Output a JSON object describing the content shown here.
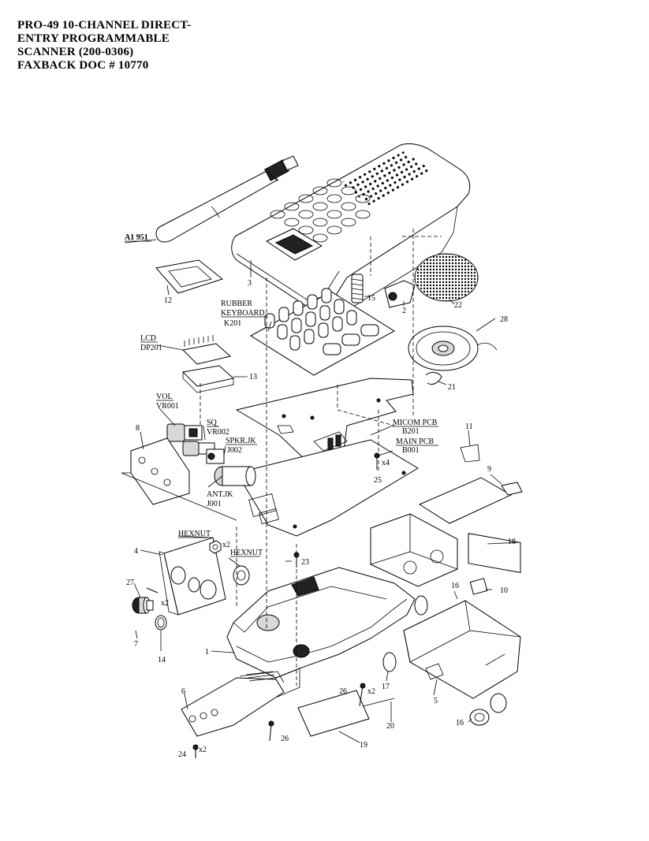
{
  "header": {
    "lines": [
      "PRO-49 10-CHANNEL DIRECT-",
      "ENTRY PROGRAMMABLE",
      "SCANNER  (200-0306)",
      "FAXBACK DOC # 10770"
    ]
  },
  "labels": {
    "antenna": "A1 951",
    "part3": "3",
    "part12": "12",
    "rubber": "RUBBER",
    "keyboard": "KEYBOARD",
    "k201": "K201",
    "part15": "15",
    "part2": "2",
    "part22": "22",
    "part28": "28",
    "part21": "21",
    "lcd": "LCD",
    "dp201": "DP201",
    "part13": "13",
    "vol": "VOL",
    "vr001": "VR001",
    "sq": "SQ",
    "vr002": "VR002",
    "spkrjk": "SPKR.JK",
    "j002": "J002",
    "part8": "8",
    "micom": "MICOM PCB",
    "b201": "B201",
    "mainpcb": "MAIN PCB",
    "b001": "B001",
    "x4": "x4",
    "part25": "25",
    "part11": "11",
    "part9": "9",
    "antjk": "ANT.JK",
    "j001": "J001",
    "hexnut1": "HEXNUT",
    "x2a": "x2",
    "hexnut2": "HEXNUT",
    "part4": "4",
    "part18": "18",
    "part23": "23",
    "part27": "27",
    "x2b": "x2",
    "part7": "7",
    "part14": "14",
    "part16a": "16",
    "part10": "10",
    "part1": "1",
    "part17": "17",
    "part5": "5",
    "part26a": "26",
    "x2c": "x2",
    "part6": "6",
    "part20": "20",
    "part16b": "16",
    "part26b": "26",
    "part19": "19",
    "part24": "24",
    "x2d": "x2"
  }
}
